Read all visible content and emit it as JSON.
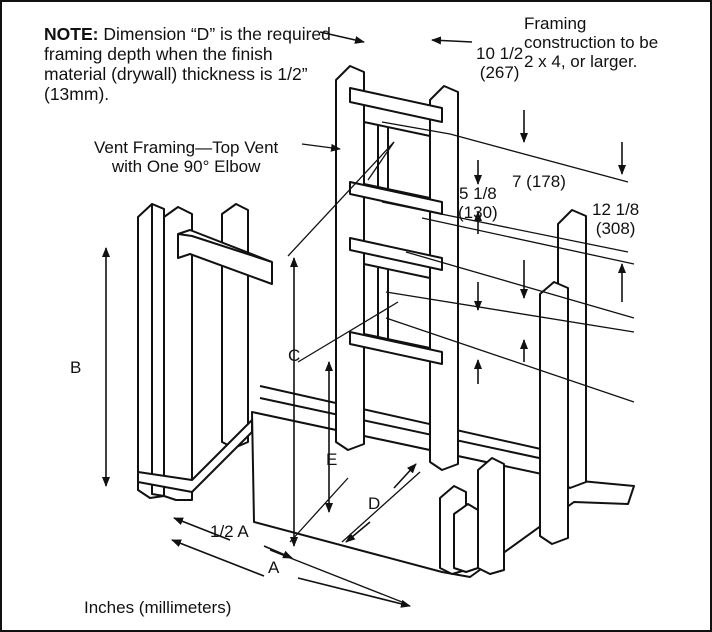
{
  "note": {
    "lead": "NOTE:",
    "body": " Dimension “D” is the required framing depth when the finish material (drywall) thickness is 1/2” (13mm)."
  },
  "framing_note": [
    "Framing",
    "construction to be",
    "2 x 4, or larger."
  ],
  "vent_label": [
    "Vent Framing—Top Vent",
    "with One 90° Elbow"
  ],
  "dimensions": {
    "top_width": [
      "10 1/2",
      "(267)"
    ],
    "upper_gap": [
      "5 1/8",
      "(130)"
    ],
    "mid_gap": "7 (178)",
    "outer": [
      "12 1/8",
      "(308)"
    ],
    "b": "B",
    "c": "C",
    "e": "E",
    "d": "D",
    "half_a": "1/2 A",
    "a": "A"
  },
  "footer": "Inches (millimeters)"
}
